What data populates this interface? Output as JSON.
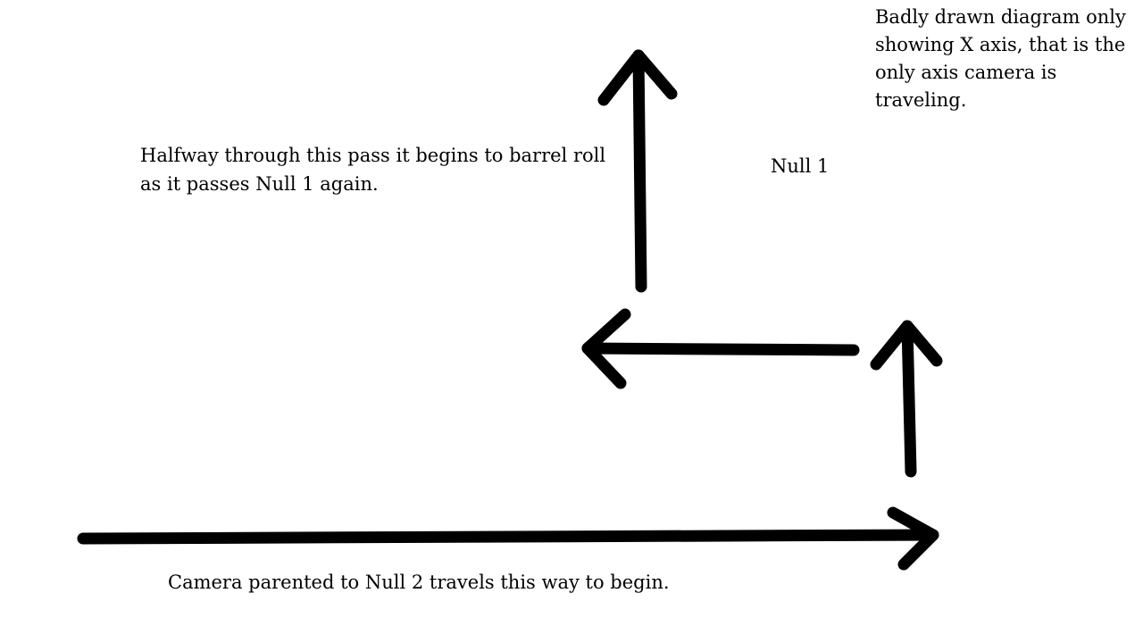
{
  "note": {
    "lines": [
      "Badly drawn diagram only",
      "showing X axis, that is the",
      "only axis camera is",
      "traveling."
    ]
  },
  "halfway_note": {
    "lines": [
      "Halfway through this pass it begins to barrel roll",
      "as it passes Null 1 again."
    ]
  },
  "null1_label": "Null 1",
  "camera_note": "Camera parented to Null 2 travels this way to begin.",
  "colors": {
    "ink": "#000000",
    "background": "#ffffff"
  }
}
